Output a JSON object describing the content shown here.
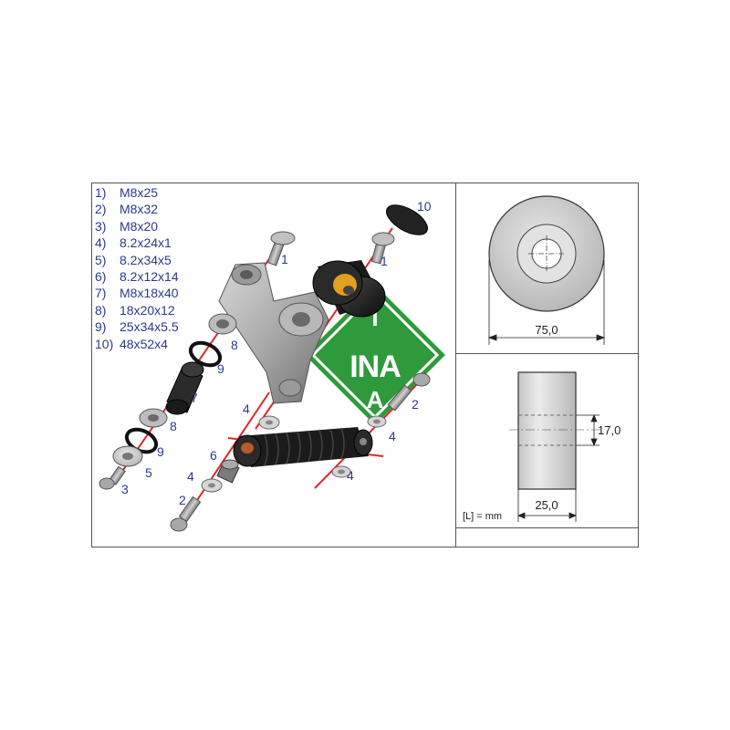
{
  "parts": [
    {
      "num": "1)",
      "size": "M8x25"
    },
    {
      "num": "2)",
      "size": "M8x32"
    },
    {
      "num": "3)",
      "size": "M8x20"
    },
    {
      "num": "4)",
      "size": "8.2x24x1"
    },
    {
      "num": "5)",
      "size": "8.2x34x5"
    },
    {
      "num": "6)",
      "size": "8.2x12x14"
    },
    {
      "num": "7)",
      "size": "M8x18x40"
    },
    {
      "num": "8)",
      "size": "18x20x12"
    },
    {
      "num": "9)",
      "size": "25x34x5.5"
    },
    {
      "num": "10)",
      "size": "48x52x4"
    }
  ],
  "callouts": {
    "c1a": "1",
    "c1b": "1",
    "c10": "10",
    "c8a": "8",
    "c9a": "9",
    "c7": "7",
    "c4a": "4",
    "c2a": "2",
    "c8b": "8",
    "c9b": "9",
    "c5": "5",
    "c4b": "4",
    "c6": "6",
    "c4c": "4",
    "c2b": "2",
    "c3": "3",
    "c4d": "4"
  },
  "dimensions": {
    "diameter": "75,0",
    "width": "25,0",
    "bore": "17,0",
    "unit_note": "[L] = mm"
  },
  "logo": {
    "brand": "INA",
    "color": "#2e9a3c"
  },
  "colors": {
    "callout_text": "#2a3a8c",
    "axis_line": "#e0262a",
    "frame": "#555555"
  }
}
